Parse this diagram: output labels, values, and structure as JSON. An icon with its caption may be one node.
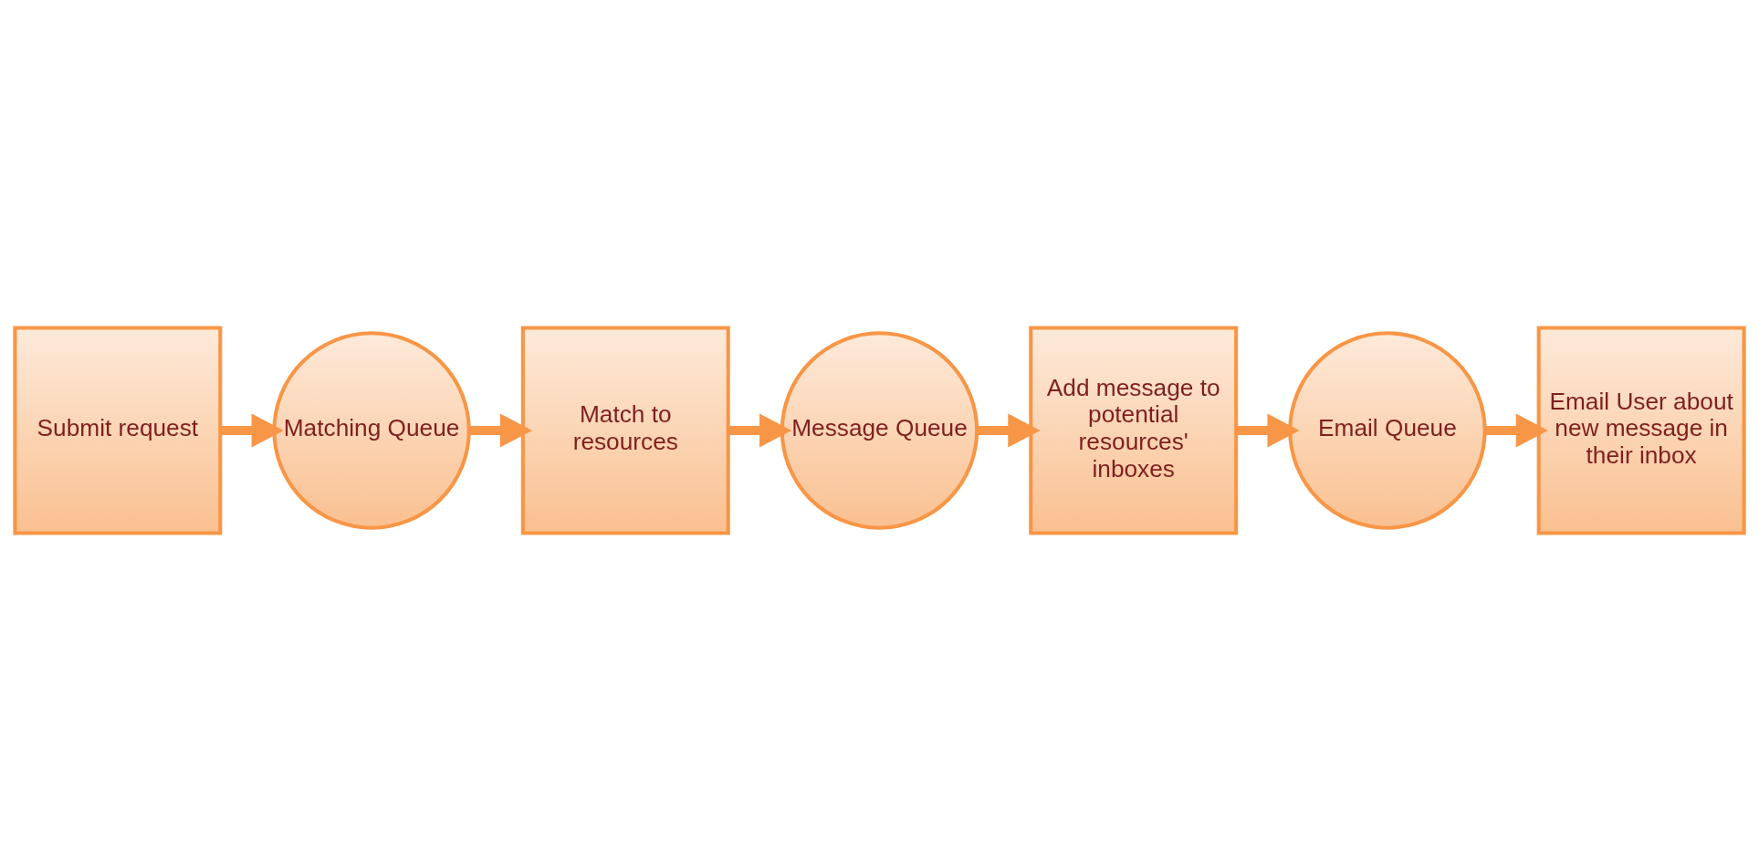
{
  "diagram": {
    "nodes": [
      {
        "text": [
          "Submit request"
        ]
      },
      {
        "text": [
          "Matching Queue"
        ]
      },
      {
        "text": [
          "Match to resources"
        ]
      },
      {
        "text": [
          "Message Queue"
        ]
      },
      {
        "text": [
          "Add message to potential resources' inboxes"
        ]
      },
      {
        "text": [
          "Email Queue"
        ]
      },
      {
        "text": [
          "Email User about new message in their inbox"
        ]
      }
    ],
    "edges": [
      {
        "from": 0,
        "to": 1,
        "arrow": "to"
      },
      {
        "from": 1,
        "to": 2,
        "arrow": "to"
      },
      {
        "from": 2,
        "to": 3,
        "arrow": "to"
      },
      {
        "from": 3,
        "to": 4,
        "arrow": "to"
      },
      {
        "from": 4,
        "to": 5,
        "arrow": "to"
      },
      {
        "from": 5,
        "to": 6,
        "arrow": "to"
      }
    ]
  }
}
